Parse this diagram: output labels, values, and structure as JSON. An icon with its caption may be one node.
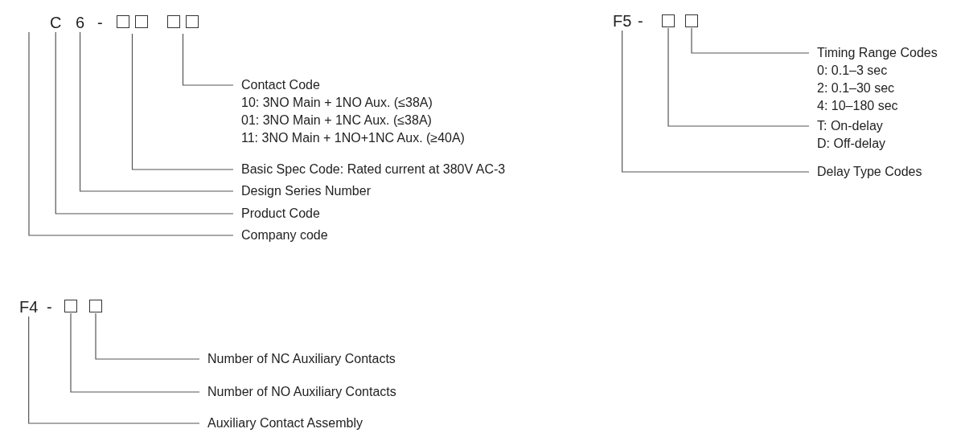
{
  "diagram": {
    "nodes": [
      {
        "text": [
          "C"
        ]
      },
      {
        "text": [
          "6"
        ]
      },
      {
        "text": [],
        "shape": "box"
      },
      {
        "text": [],
        "shape": "box"
      },
      {
        "text": [
          "Contact Code",
          "10: 3NO Main + 1NO Aux. (≤38A)",
          "01: 3NO Main + 1NC Aux. (≤38A)",
          "11: 3NO Main + 1NO+1NC Aux. (≥40A)"
        ]
      },
      {
        "text": [
          "Basic Spec Code: Rated current at 380V AC-3"
        ]
      },
      {
        "text": [
          "Design Series Number"
        ]
      },
      {
        "text": [
          "Product Code"
        ]
      },
      {
        "text": [
          "Company code"
        ]
      },
      {
        "text": [
          "F5"
        ]
      },
      {
        "text": [],
        "shape": "box"
      },
      {
        "text": [],
        "shape": "box"
      },
      {
        "text": [
          "Timing Range Codes",
          "0: 0.1–3 sec",
          "2: 0.1–30 sec",
          "4: 10–180 sec"
        ]
      },
      {
        "text": [
          "T: On-delay",
          "D: Off-delay"
        ]
      },
      {
        "text": [
          "Delay Type Codes"
        ]
      },
      {
        "text": [
          "F4"
        ]
      },
      {
        "text": [],
        "shape": "box"
      },
      {
        "text": [],
        "shape": "box"
      },
      {
        "text": [
          "Number of NC Auxiliary Contacts"
        ]
      },
      {
        "text": [
          "Number of NO Auxiliary Contacts"
        ]
      },
      {
        "text": [
          "Auxiliary Contact Assembly"
        ]
      }
    ],
    "edges": [
      {
        "from": 4,
        "to": 3,
        "arrow": "none"
      },
      {
        "from": 5,
        "to": 2,
        "arrow": "none"
      },
      {
        "from": 6,
        "to": 1,
        "arrow": "none"
      },
      {
        "from": 7,
        "to": 0,
        "arrow": "none"
      },
      {
        "from": 8,
        "to": null,
        "arrow": "none"
      },
      {
        "from": 12,
        "to": 11,
        "arrow": "none"
      },
      {
        "from": 13,
        "to": 10,
        "arrow": "none"
      },
      {
        "from": 14,
        "to": 9,
        "arrow": "none"
      },
      {
        "from": 18,
        "to": 17,
        "arrow": "none"
      },
      {
        "from": 19,
        "to": 16,
        "arrow": "none"
      },
      {
        "from": 20,
        "to": 15,
        "arrow": "none"
      }
    ],
    "labels": [
      "-",
      "-",
      "-"
    ]
  }
}
